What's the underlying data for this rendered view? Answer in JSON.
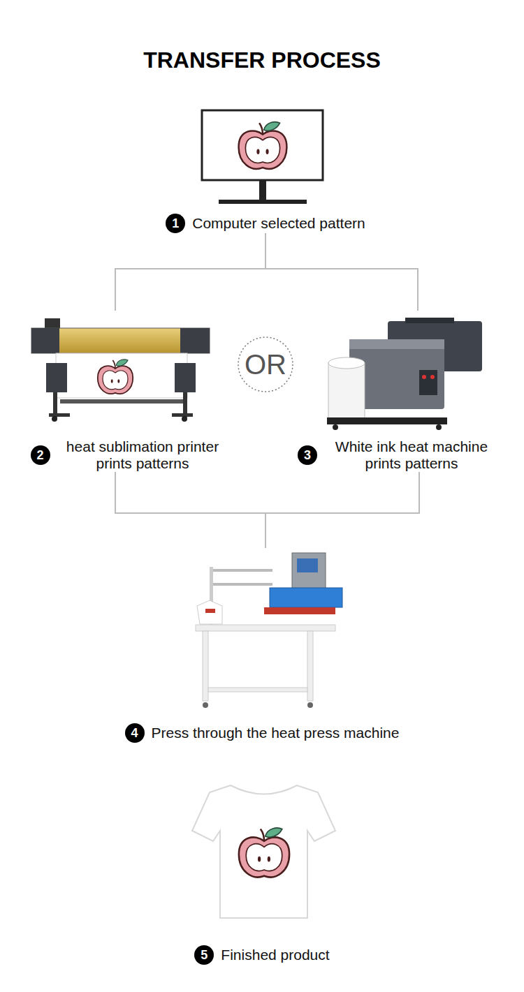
{
  "diagram": {
    "title": "TRANSFER PROCESS",
    "nodes": [
      {
        "text": [
          "Computer selected pattern"
        ]
      },
      {
        "text": [
          "heat sublimation printer prints patterns"
        ]
      },
      {
        "text": [
          "OR"
        ]
      },
      {
        "text": [
          "White ink heat machine prints patterns"
        ]
      },
      {
        "text": [
          "Press through the heat press machine"
        ]
      },
      {
        "text": [
          "Finished product"
        ]
      }
    ],
    "edges": [
      {
        "from": 0,
        "to": 1,
        "arrow": "none"
      },
      {
        "from": 0,
        "to": 3,
        "arrow": "none"
      },
      {
        "from": 1,
        "to": 4,
        "arrow": "none"
      },
      {
        "from": 3,
        "to": 4,
        "arrow": "none"
      }
    ],
    "labels": [
      "1",
      "2",
      "3",
      "4",
      "5"
    ]
  }
}
